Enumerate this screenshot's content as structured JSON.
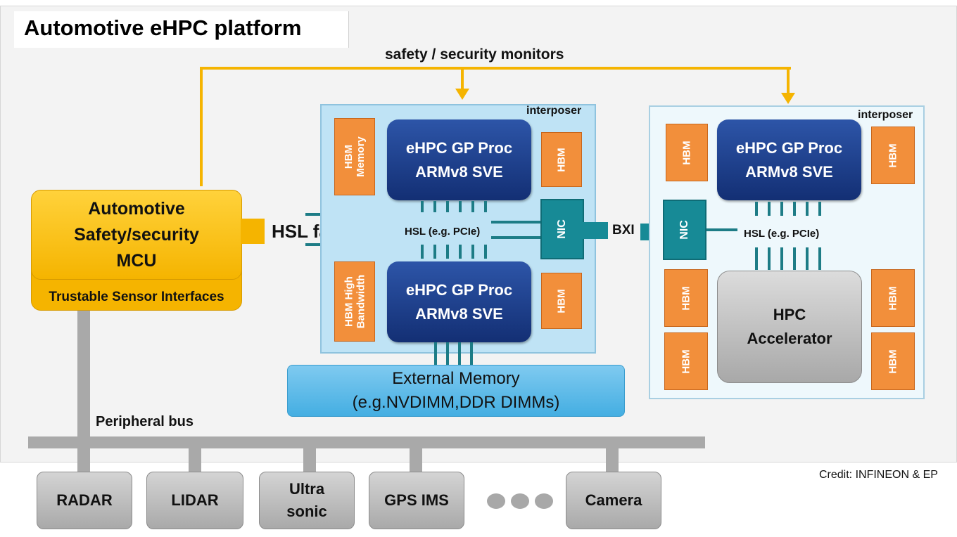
{
  "title": "Automotive eHPC platform",
  "monitors_label": "safety / security monitors",
  "mcu": {
    "line1": "Automotive",
    "line2": "Safety/security",
    "line3": "MCU",
    "sensor_interfaces": "Trustable Sensor Interfaces"
  },
  "hsl_fast_link": "HSL fast link",
  "bxi": "BXI",
  "peripheral_bus": "Peripheral bus",
  "credit": "Credit: INFINEON & EP",
  "left_module": {
    "interposer": "interposer",
    "proc_top": {
      "line1": "eHPC GP Proc",
      "line2": "ARMv8 SVE"
    },
    "proc_bottom": {
      "line1": "eHPC GP Proc",
      "line2": "ARMv8 SVE"
    },
    "hbm_memory": "HBM Memory",
    "hbm_high_bandwidth": "HBM High Bandwidth",
    "hbm": "HBM",
    "hsl": "HSL (e.g. PCIe)",
    "nic": "NIC"
  },
  "external_memory": {
    "line1": "External Memory",
    "line2": "(e.g.NVDIMM,DDR DIMMs)"
  },
  "right_module": {
    "interposer": "interposer",
    "proc": {
      "line1": "eHPC GP Proc",
      "line2": "ARMv8 SVE"
    },
    "hbm": "HBM",
    "nic": "NIC",
    "hsl": "HSL (e.g. PCIe)",
    "accelerator": {
      "line1": "HPC",
      "line2": "Accelerator"
    }
  },
  "devices": {
    "radar": "RADAR",
    "lidar": "LIDAR",
    "ultrasonic_line1": "Ultra",
    "ultrasonic_line2": "sonic",
    "gps": "GPS IMS",
    "camera": "Camera"
  },
  "colors": {
    "monitor_line": "#f5b400",
    "mcu": "#ffd23b",
    "processor": "#1f3f8c",
    "hbm": "#f28f3b",
    "nic": "#178a96",
    "bus": "#a9a9a9"
  }
}
